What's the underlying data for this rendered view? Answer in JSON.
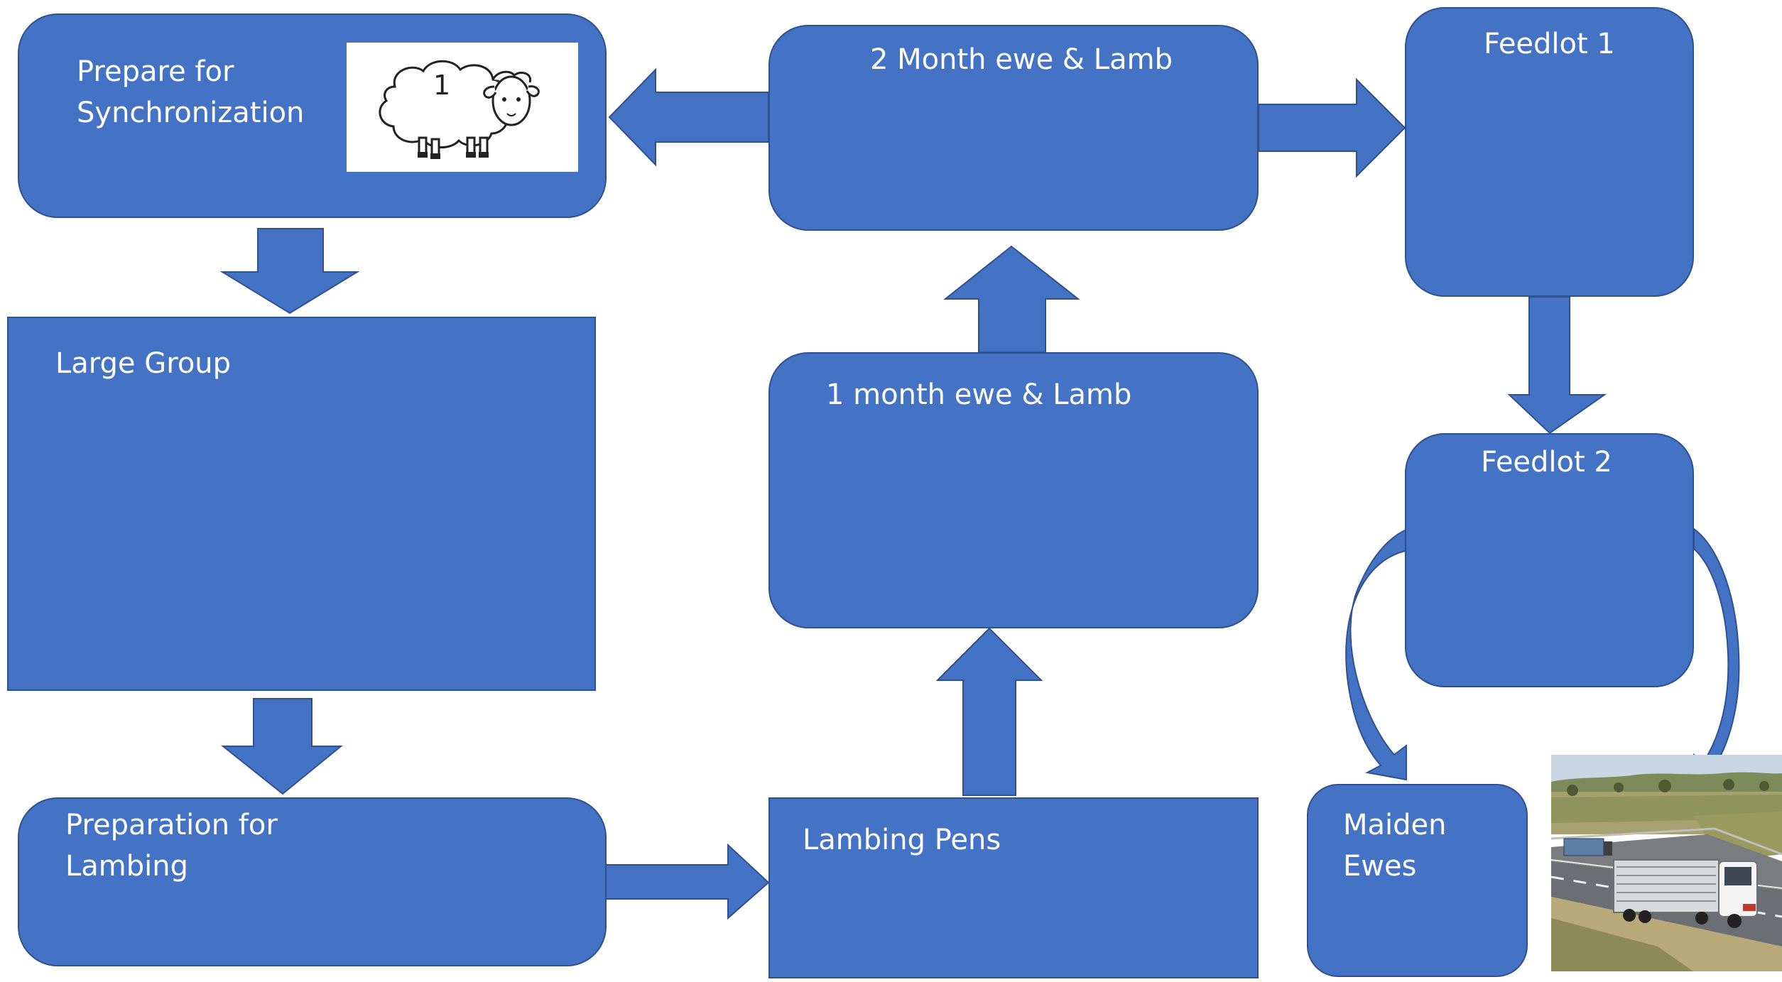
{
  "nodes": {
    "prepare_sync": "Prepare for\nSynchronization",
    "two_month": "2 Month ewe & Lamb",
    "feedlot1": "Feedlot  1",
    "large_group": "Large Group",
    "one_month": "1 month ewe & Lamb",
    "feedlot2": "Feedlot 2",
    "prep_lambing": "Preparation for\nLambing",
    "lambing_pens": "Lambing Pens",
    "maiden_ewes": "Maiden\nEwes"
  },
  "sheep_icon_number": "1",
  "colors": {
    "box_fill": "#4472C4",
    "box_border": "#2F528F",
    "text": "#FFFFFF"
  },
  "icons": {
    "sheep": "sheep-icon",
    "truck_photo": "livestock-truck-photo"
  }
}
